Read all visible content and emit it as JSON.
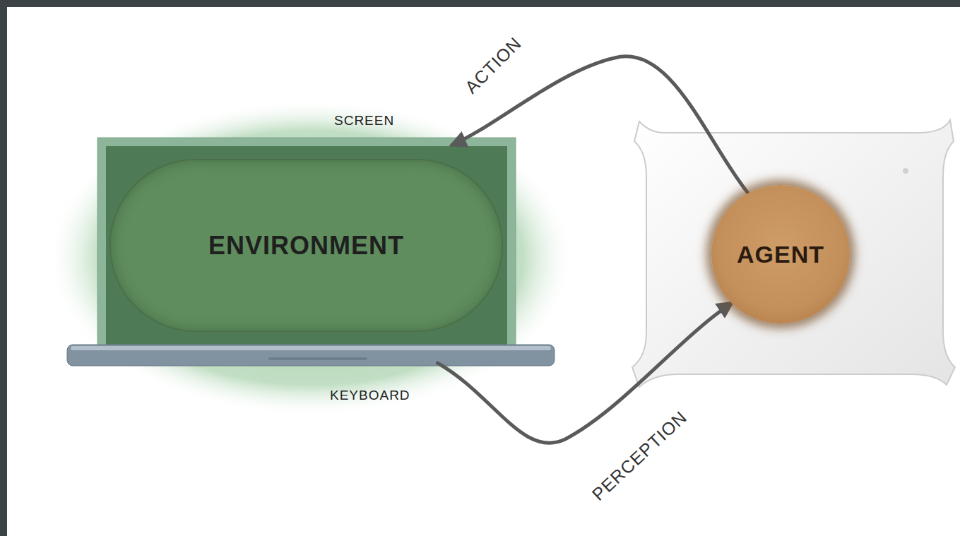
{
  "diagram": {
    "nodes": [
      {
        "text": [
          "ENVIRONMENT"
        ]
      },
      {
        "text": [
          "AGENT"
        ]
      }
    ],
    "edges": [
      {
        "from": 1,
        "to": 0,
        "label": "ACTION",
        "arrow": "to"
      },
      {
        "from": 0,
        "to": 1,
        "label": "PERCEPTION",
        "arrow": "to"
      }
    ],
    "labels": [
      "SCREEN",
      "KEYBOARD"
    ]
  }
}
